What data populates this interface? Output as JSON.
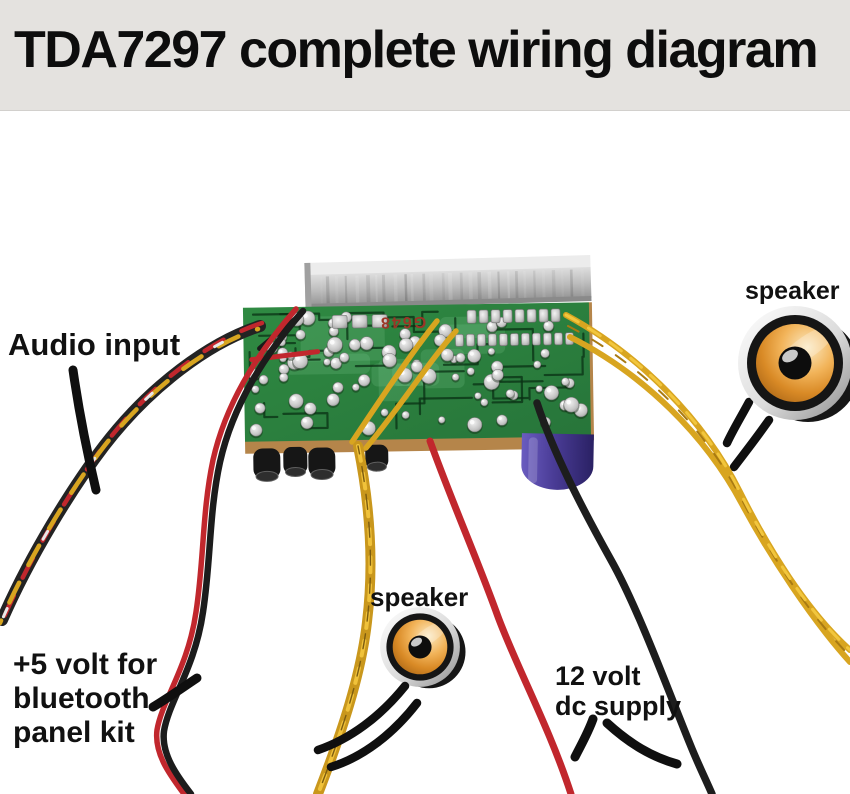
{
  "title": "TDA7297 complete wiring diagram",
  "board": {
    "marking": "G648"
  },
  "labels": {
    "audio_input": "Audio input",
    "speaker_right": "speaker",
    "speaker_bottom": "speaker",
    "bluetooth_line1": "+5 volt for",
    "bluetooth_line2": "bluetooth",
    "bluetooth_line3": "panel kit",
    "dc_line1": "12 volt",
    "dc_line2": "dc supply"
  },
  "colors": {
    "title_band_bg": "#e4e2df",
    "page_bg": "#ffffff",
    "text": "#111111",
    "pcb_green": "#2e8540",
    "pcb_edge_tan": "#b5854a",
    "heatsink_silver": "#c2c2c2",
    "wire_yellow": "#d8a520",
    "wire_red": "#c1272d",
    "wire_black": "#1c1c1c",
    "capacitor_purple": "#4a3c96",
    "speaker_cone_orange": "#e08a2c"
  }
}
